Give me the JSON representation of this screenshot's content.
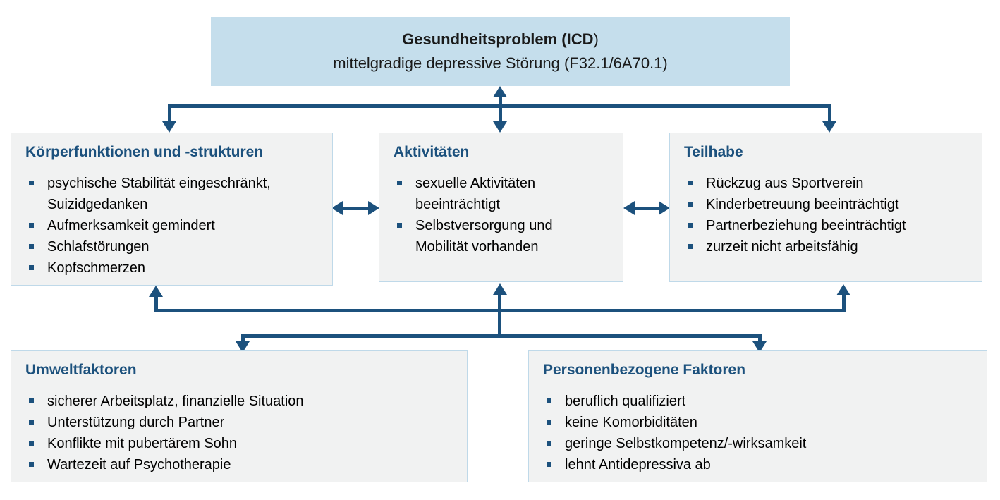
{
  "colors": {
    "accent_blue": "#1c517d",
    "top_box_fill": "#c5deec",
    "panel_fill": "#f1f2f2",
    "panel_border": "#bfd9e9",
    "text": "#1a1a1a"
  },
  "content": {
    "header": {
      "title_bold": "Gesundheitsproblem (ICD",
      "title_rest": ")",
      "subtitle": "mittelgradige depressive Störung (F32.1/6A70.1)"
    },
    "body_functions": {
      "title": "Körperfunktionen und -strukturen",
      "items": [
        "psychische Stabilität eingeschränkt, Suizidgedanken",
        "Aufmerksamkeit gemindert",
        "Schlafstörungen",
        "Kopfschmerzen"
      ]
    },
    "activities": {
      "title": "Aktivitäten",
      "items": [
        "sexuelle Aktivitäten beeinträchtigt",
        "Selbstversorgung und Mobilität vorhanden"
      ]
    },
    "participation": {
      "title": "Teilhabe",
      "items": [
        "Rückzug aus Sportverein",
        "Kinderbetreuung beeinträchtigt",
        "Partnerbeziehung beeinträchtigt",
        "zurzeit nicht arbeitsfähig"
      ]
    },
    "environment": {
      "title": "Umweltfaktoren",
      "items": [
        "sicherer Arbeitsplatz, finanzielle Situation",
        "Unterstützung durch Partner",
        "Konflikte mit pubertärem Sohn",
        "Wartezeit auf Psychotherapie"
      ]
    },
    "personal": {
      "title": "Personenbezogene Faktoren",
      "items": [
        "beruflich qualifiziert",
        "keine Komorbiditäten",
        "geringe Selbstkompetenz/-wirksamkeit",
        "lehnt Antidepressiva ab"
      ]
    }
  }
}
